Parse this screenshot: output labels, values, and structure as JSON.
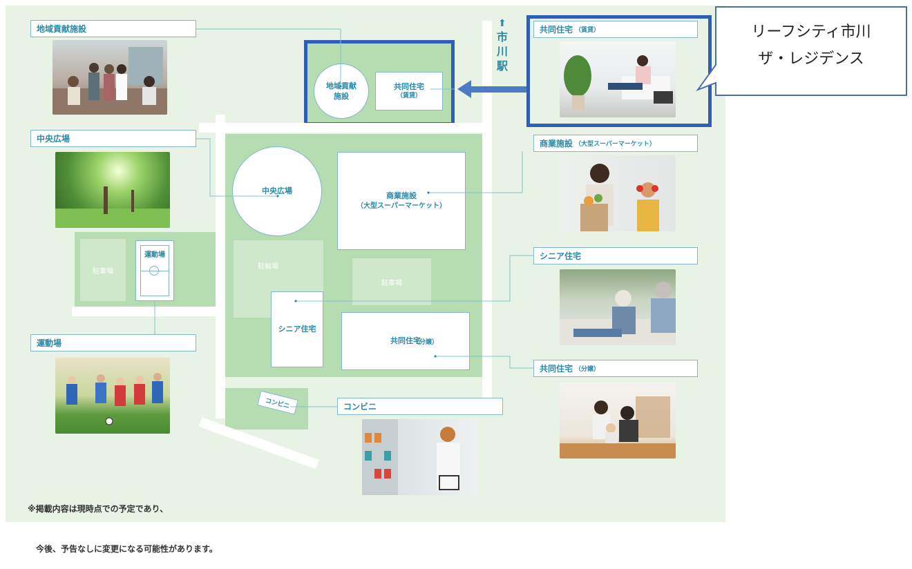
{
  "callout": {
    "line1": "リーフシティ市川",
    "line2": "ザ・レジデンス"
  },
  "station": {
    "arrow": "⬆",
    "name_line1": "市",
    "name_line2": "川",
    "name_line3": "駅"
  },
  "labels": {
    "community": "地域貢献施設",
    "plaza": "中央広場",
    "sports": "運動場",
    "rental": "共同住宅",
    "rental_small": "（賃貸）",
    "commercial": "商業施設",
    "commercial_small": "（大型スーパーマーケット）",
    "senior": "シニア住宅",
    "condo": "共同住宅",
    "condo_small": "（分譲）",
    "convenience": "コンビニ"
  },
  "map": {
    "community_circle": "地域貢献\n施設",
    "rental_main": "共同住宅",
    "rental_sub": "（賃貸）",
    "plaza": "中央広場",
    "commercial_main": "商業施設",
    "commercial_sub": "（大型スーパーマーケット）",
    "bicycle_parking": "駐輪場",
    "parking_center": "駐車場",
    "parking_left": "駐車場",
    "sports": "運動場",
    "senior": "シニア住宅",
    "condo_main": "共同住宅",
    "condo_sub": "（分譲）",
    "convenience": "コンビニ"
  },
  "note": {
    "line1": "※掲載内容は現時点での予定であり、",
    "line2": "　今後、予告なしに変更になる可能性があります。"
  },
  "colors": {
    "accent": "#2a8aa8",
    "highlight": "#2f5fb5",
    "land": "#e8f3e6",
    "site": "#b6dcb1"
  }
}
